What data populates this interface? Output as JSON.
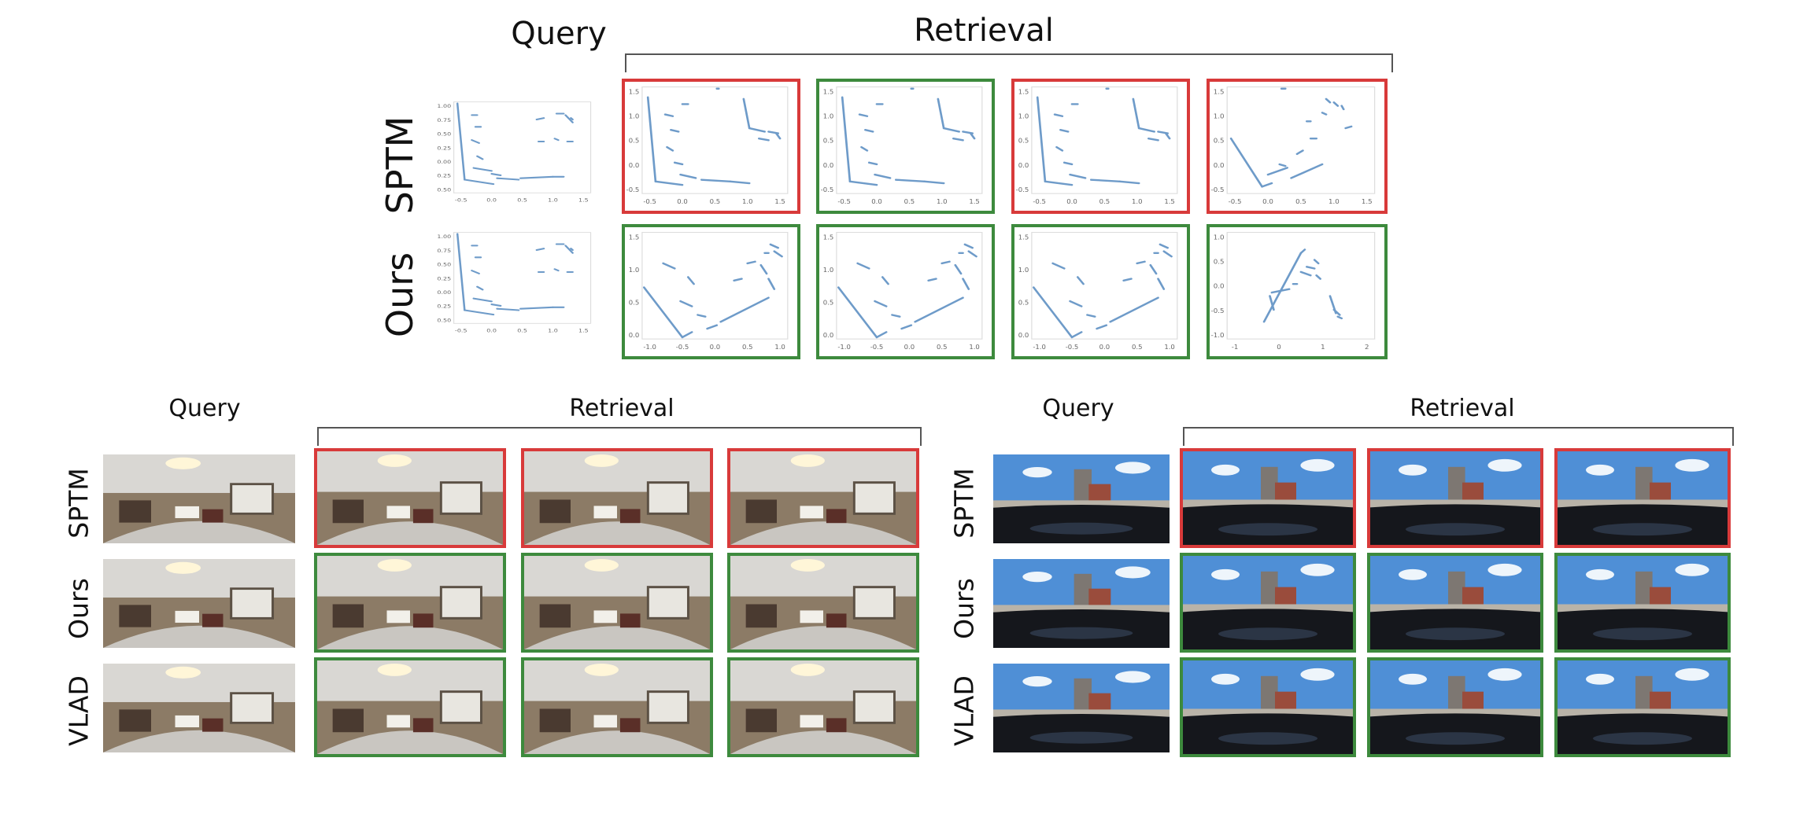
{
  "colors": {
    "red": "#d83a3a",
    "green": "#3d8a3d",
    "scan": "#6e9bc9"
  },
  "top": {
    "query_header": "Query",
    "retrieval_header": "Retrieval",
    "rows": [
      {
        "label": "SPTM",
        "query_ticks": {
          "x": [
            "-0.5",
            "0.0",
            "0.5",
            "1.0",
            "1.5"
          ],
          "y": [
            "1.00",
            "0.75",
            "0.50",
            "0.25",
            "0.00",
            "-0.25",
            "-0.50"
          ]
        },
        "results": [
          {
            "status": "wrong",
            "variant": "a",
            "ticks": {
              "x": [
                "-0.5",
                "0.0",
                "0.5",
                "1.0",
                "1.5"
              ],
              "y": [
                "1.5",
                "1.0",
                "0.5",
                "0.0",
                "-0.5"
              ]
            }
          },
          {
            "status": "correct",
            "variant": "a",
            "ticks": {
              "x": [
                "-0.5",
                "0.0",
                "0.5",
                "1.0",
                "1.5"
              ],
              "y": [
                "1.5",
                "1.0",
                "0.5",
                "0.0",
                "-0.5"
              ]
            }
          },
          {
            "status": "wrong",
            "variant": "a",
            "ticks": {
              "x": [
                "-0.5",
                "0.0",
                "0.5",
                "1.0",
                "1.5"
              ],
              "y": [
                "1.5",
                "1.0",
                "0.5",
                "0.0",
                "-0.5"
              ]
            }
          },
          {
            "status": "wrong",
            "variant": "b",
            "ticks": {
              "x": [
                "-0.5",
                "0.0",
                "0.5",
                "1.0",
                "1.5"
              ],
              "y": [
                "1.5",
                "1.0",
                "0.5",
                "0.0",
                "-0.5"
              ]
            }
          }
        ]
      },
      {
        "label": "Ours",
        "query_ticks": {
          "x": [
            "-0.5",
            "0.0",
            "0.5",
            "1.0",
            "1.5"
          ],
          "y": [
            "1.00",
            "0.75",
            "0.50",
            "0.25",
            "0.00",
            "-0.25",
            "-0.50"
          ]
        },
        "results": [
          {
            "status": "correct",
            "variant": "c",
            "ticks": {
              "x": [
                "-1.0",
                "-0.5",
                "0.0",
                "0.5",
                "1.0"
              ],
              "y": [
                "1.5",
                "1.0",
                "0.5",
                "0.0"
              ]
            }
          },
          {
            "status": "correct",
            "variant": "c",
            "ticks": {
              "x": [
                "-1.0",
                "-0.5",
                "0.0",
                "0.5",
                "1.0"
              ],
              "y": [
                "1.5",
                "1.0",
                "0.5",
                "0.0"
              ]
            }
          },
          {
            "status": "correct",
            "variant": "c",
            "ticks": {
              "x": [
                "-1.0",
                "-0.5",
                "0.0",
                "0.5",
                "1.0"
              ],
              "y": [
                "1.5",
                "1.0",
                "0.5",
                "0.0"
              ]
            }
          },
          {
            "status": "correct",
            "variant": "d",
            "ticks": {
              "x": [
                "-1",
                "0",
                "1",
                "2"
              ],
              "y": [
                "1.0",
                "0.5",
                "0.0",
                "-0.5",
                "-1.0"
              ]
            }
          }
        ]
      }
    ]
  },
  "bottom_left": {
    "query_header": "Query",
    "retrieval_header": "Retrieval",
    "scene": "indoor",
    "rows": [
      {
        "label": "SPTM",
        "results": [
          "wrong",
          "wrong",
          "wrong"
        ]
      },
      {
        "label": "Ours",
        "results": [
          "correct",
          "correct",
          "correct"
        ]
      },
      {
        "label": "VLAD",
        "results": [
          "correct",
          "correct",
          "correct"
        ]
      }
    ]
  },
  "bottom_right": {
    "query_header": "Query",
    "retrieval_header": "Retrieval",
    "scene": "outdoor",
    "rows": [
      {
        "label": "SPTM",
        "results": [
          "wrong",
          "wrong",
          "wrong"
        ]
      },
      {
        "label": "Ours",
        "results": [
          "correct",
          "correct",
          "correct"
        ]
      },
      {
        "label": "VLAD",
        "results": [
          "correct",
          "correct",
          "correct"
        ]
      }
    ]
  }
}
